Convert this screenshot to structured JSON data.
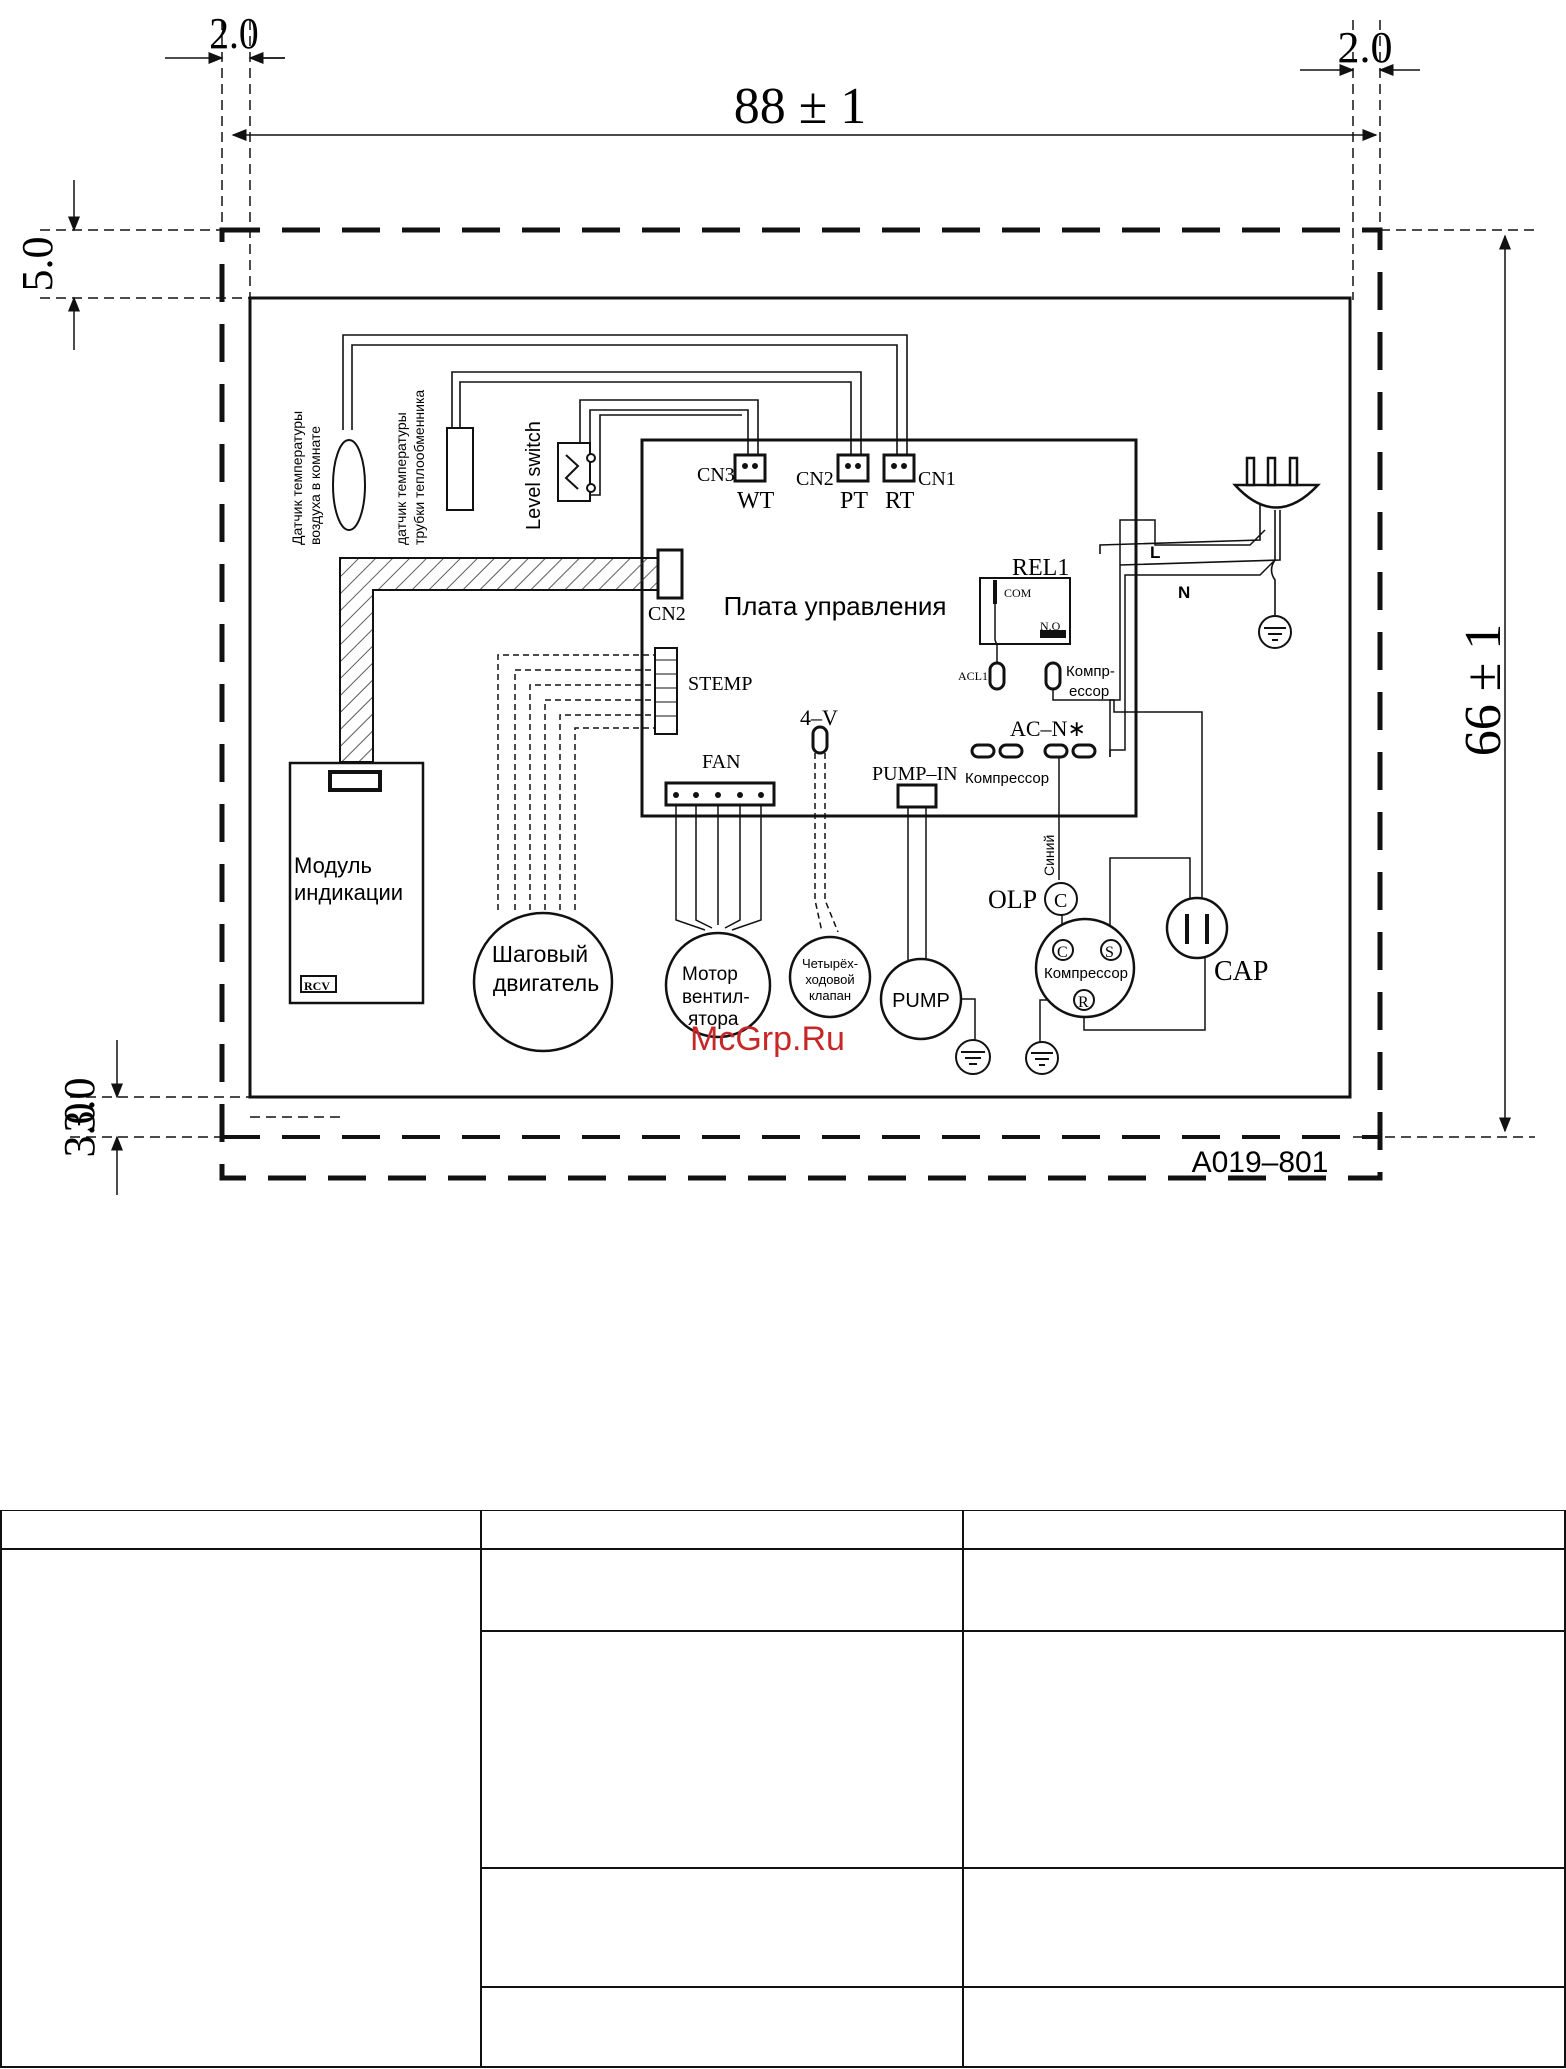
{
  "dimensions": {
    "top_left": "2.0",
    "top_right": "2.0",
    "width": "88 ± 1",
    "height": "66 ± 1",
    "left_top": "5.0",
    "left_bottom_1": "3.0",
    "left_bottom_2": "3.0"
  },
  "drawing_number": "A019–801",
  "board": {
    "title": "Плата управления",
    "cn3": "CN3",
    "wt": "WT",
    "cn2_top": "CN2",
    "pt": "PT",
    "cn1": "CN1",
    "rt": "RT",
    "cn2_side": "CN2",
    "stemp": "STEMP",
    "fan": "FAN",
    "four_v": "4–V",
    "pump_in": "PUMP–IN",
    "rel1": "REL1",
    "com": "COM",
    "no": "N.O",
    "acl1": "ACL1",
    "comp_conn": [
      "Компр-",
      "ессор"
    ],
    "ac_n": "AC–N∗",
    "comp_bottom": "Компрессор"
  },
  "sensors": {
    "room_air": [
      "Датчик температуры",
      "воздуха в комнате"
    ],
    "pipe": [
      "датчик температуры",
      "трубки теплообменника"
    ],
    "level_switch": "Level switch"
  },
  "mains": {
    "l": "L",
    "n": "N"
  },
  "components": {
    "display_module": [
      "Модуль",
      "индикации"
    ],
    "display_tag": "RCV",
    "stepper": [
      "Шаговый",
      "двигатель"
    ],
    "fan_motor": [
      "Мотор",
      "вентил-",
      "ятора"
    ],
    "valve": [
      "Четырёх-",
      "ходовой",
      "клапан"
    ],
    "pump": "PUMP",
    "olp": "OLP",
    "blue_wire": "Синий",
    "compressor": "Компрессор",
    "comp_c": "C",
    "comp_s": "S",
    "comp_r": "R",
    "cap": "CAP"
  },
  "watermark": "McGrp.Ru"
}
